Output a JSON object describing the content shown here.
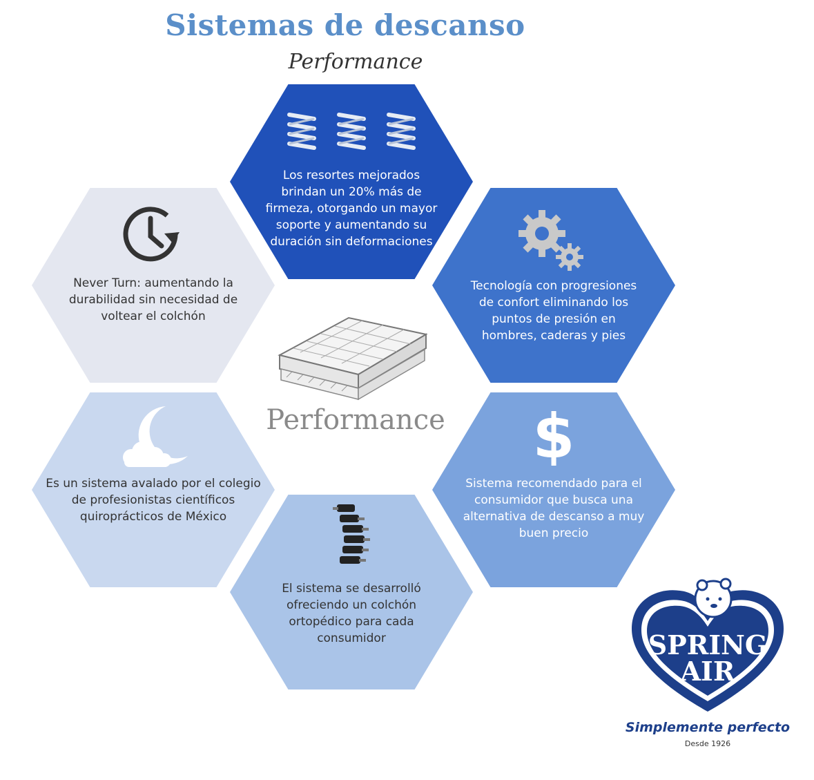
{
  "header": {
    "title": "Sistemas de descanso",
    "subtitle": "Performance"
  },
  "hexagons": {
    "top": {
      "icon": "springs-icon",
      "text": "Los resortes mejorados brindan un 20% más de firmeza, otorgando un mayor soporte y aumentando su duración sin deformaciones"
    },
    "right": {
      "icon": "gears-icon",
      "text": "Tecnología con progresiones de confort eliminando los puntos de presión en hombres, caderas y pies"
    },
    "left": {
      "icon": "clock-icon",
      "text": "Never Turn: aumentando la durabilidad sin necesidad de voltear el colchón"
    },
    "bottom_left": {
      "icon": "moon-cloud-icon",
      "text": "Es un sistema avalado por el colegio de profesionistas científicos quiroprácticos de México"
    },
    "bottom_right": {
      "icon": "dollar-icon",
      "text": "Sistema recomendado para el consumidor que busca una alternativa de descanso a muy buen precio"
    },
    "bottom": {
      "icon": "spine-icon",
      "text": "El sistema se desarrolló ofreciendo un colchón ortopédico para cada consumidor"
    }
  },
  "center": {
    "label": "Performance",
    "icon": "mattress-icon"
  },
  "brand": {
    "line1": "SPRING",
    "line2": "AIR",
    "slogan": "Simplemente perfecto",
    "since": "Desde 1926",
    "color": "#1d3f8a"
  },
  "colors": {
    "title": "#5b8fc9",
    "hex_top": "#2051b9",
    "hex_right": "#3e73cb",
    "hex_left": "#e4e7f0",
    "hex_bottom_left": "#c9d8ef",
    "hex_bottom_right": "#7ba3dd",
    "hex_bottom": "#aac4e8"
  }
}
